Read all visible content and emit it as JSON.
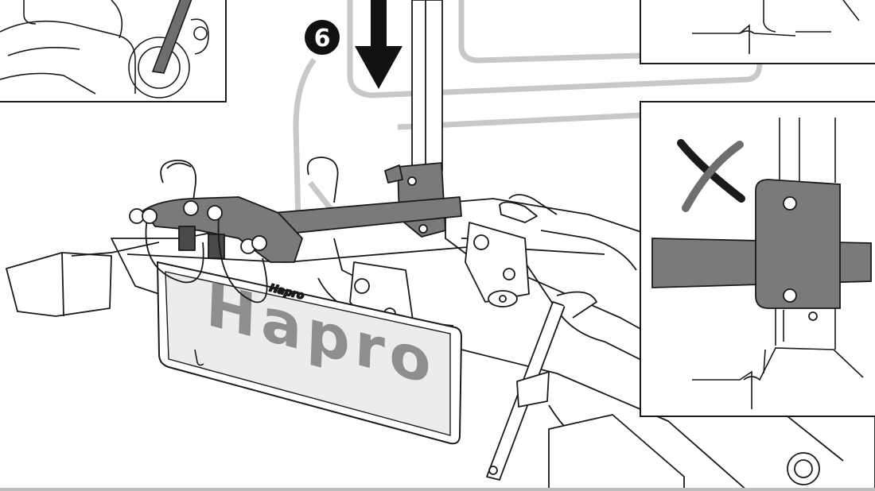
{
  "step": {
    "number": "6"
  },
  "branding": {
    "plate_logo": "Hapro",
    "body_logo": "Hapro"
  },
  "indicators": {
    "wrong_mark": "✗",
    "direction": "down"
  },
  "colors": {
    "line": "#1a1a1a",
    "gray_fill": "#7a7a7a",
    "light_gray": "#c8c8c8",
    "plate_fill": "#ececec",
    "brand_text": "#8e8e8e",
    "step_bg": "#111111"
  }
}
